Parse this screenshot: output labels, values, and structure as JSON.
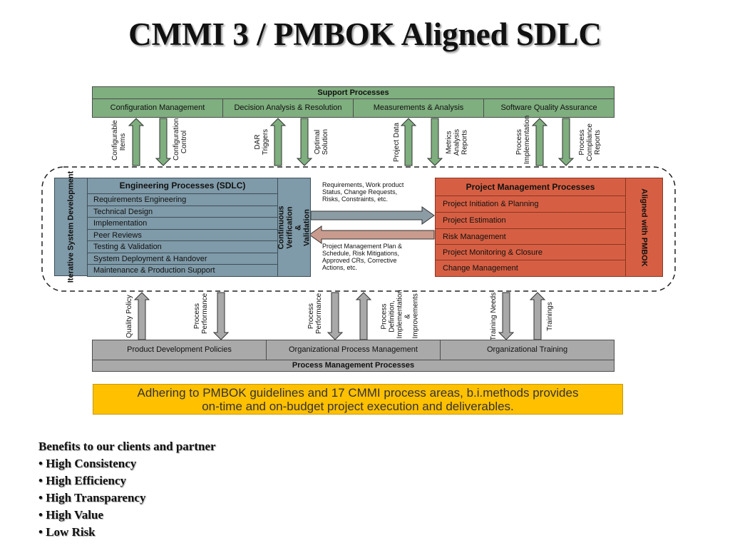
{
  "title": "CMMI 3 / PMBOK Aligned SDLC",
  "support": {
    "header": "Support Processes",
    "cells": [
      "Configuration Management",
      "Decision Analysis & Resolution",
      "Measurements & Analysis",
      "Software Quality Assurance"
    ]
  },
  "top_arrows": [
    {
      "label": "Configurable Items",
      "direction": "up"
    },
    {
      "label": "Configuration Control",
      "direction": "down"
    },
    {
      "label": "DAR Triggers",
      "direction": "up"
    },
    {
      "label": "Optimal Solution",
      "direction": "down"
    },
    {
      "label": "Project Data",
      "direction": "up"
    },
    {
      "label": "Metrics Analysis Reports",
      "direction": "down"
    },
    {
      "label": "Process Implementation",
      "direction": "up"
    },
    {
      "label": "Process Compliance Reports",
      "direction": "down"
    }
  ],
  "engineering": {
    "side_label": "Iterative System Development",
    "header": "Engineering Processes (SDLC)",
    "items": [
      "Requirements Engineering",
      "Technical Design",
      "Implementation",
      "Peer Reviews",
      "Testing & Validation",
      "System  Deployment & Handover",
      "Maintenance & Production Support"
    ],
    "right_label": "Continuous Verification & Validation"
  },
  "flows": {
    "to_pm": "Requirements, Work product Status, Change Requests, Risks, Constraints, etc.",
    "to_eng": "Project Management Plan & Schedule, Risk Mitigations, Approved CRs, Corrective Actions, etc."
  },
  "pm": {
    "header": "Project Management Processes",
    "items": [
      "Project Initiation & Planning",
      "Project Estimation",
      "Risk Management",
      "Project Monitoring & Closure",
      "Change Management"
    ],
    "side_label": "Aligned with PMBOK"
  },
  "bottom_arrows": [
    {
      "label": "Quality Policy",
      "direction": "up"
    },
    {
      "label": "Process Performance",
      "direction": "down"
    },
    {
      "label": "Process Performance",
      "direction": "down"
    },
    {
      "label": "Process Definition, Implementation & Improvements",
      "direction": "up"
    },
    {
      "label": "Training Needs",
      "direction": "down"
    },
    {
      "label": "Trainings",
      "direction": "up"
    }
  ],
  "process_mgmt": {
    "cells": [
      "Product Development Policies",
      "Organizational Process Management",
      "Organizational Training"
    ],
    "header": "Process Management Processes"
  },
  "banner": {
    "line1": "Adhering to PMBOK guidelines and 17 CMMI process areas, b.i.methods provides",
    "line2": "on-time and on-budget project execution and deliverables."
  },
  "benefits": {
    "heading": "Benefits to our clients and partner",
    "items": [
      "• High Consistency",
      "• High Efficiency",
      "• High Transparency",
      "• High Value",
      "• Low Risk"
    ]
  },
  "colors": {
    "support_green": "#7fae7f",
    "engineering_blue": "#7f9aa8",
    "pm_red": "#d65f43",
    "process_grey": "#a9a9a9",
    "banner_yellow": "#ffc000"
  }
}
